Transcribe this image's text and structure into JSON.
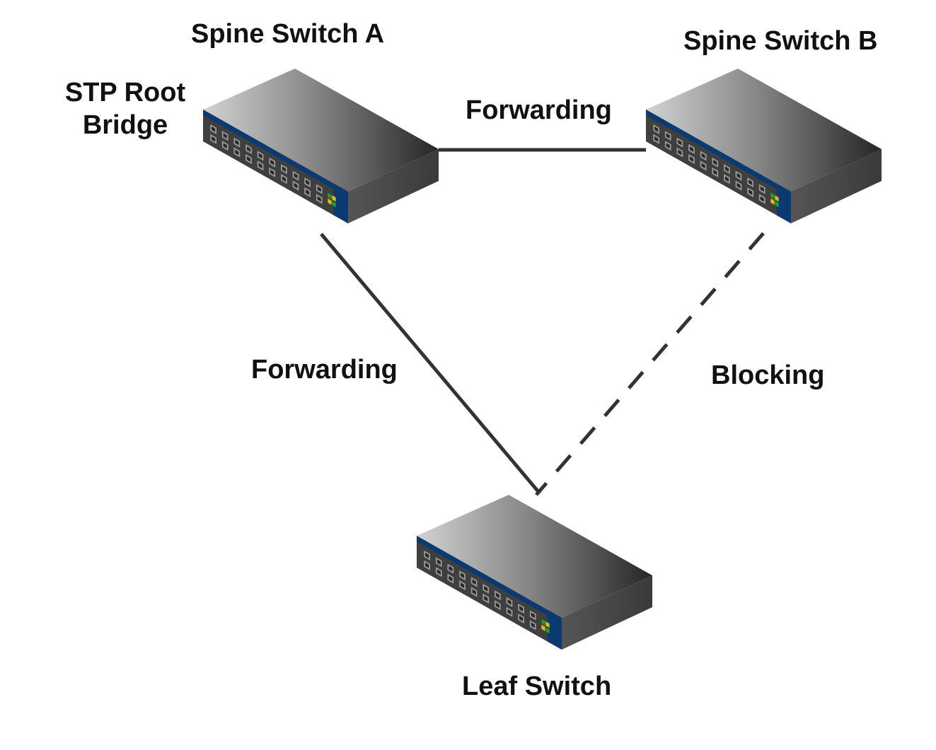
{
  "nodes": {
    "spine_a": {
      "name": "Spine Switch A",
      "role_line1": "STP Root",
      "role_line2": "Bridge"
    },
    "spine_b": {
      "name": "Spine Switch B"
    },
    "leaf": {
      "name": "Leaf Switch"
    }
  },
  "links": {
    "spine_a_to_spine_b": {
      "state": "Forwarding",
      "style": "solid"
    },
    "spine_a_to_leaf": {
      "state": "Forwarding",
      "style": "solid"
    },
    "spine_b_to_leaf": {
      "state": "Blocking",
      "style": "dashed"
    }
  },
  "colors": {
    "link": "#333333",
    "switch_front_stripe": "#0b3a73",
    "switch_top_light": "#c8c8c8",
    "switch_top_dark": "#2e2e2e",
    "switch_side": "#4a4a4a",
    "led_green": "#1fa12b",
    "led_yellow": "#e0b81a",
    "text": "#111111"
  }
}
